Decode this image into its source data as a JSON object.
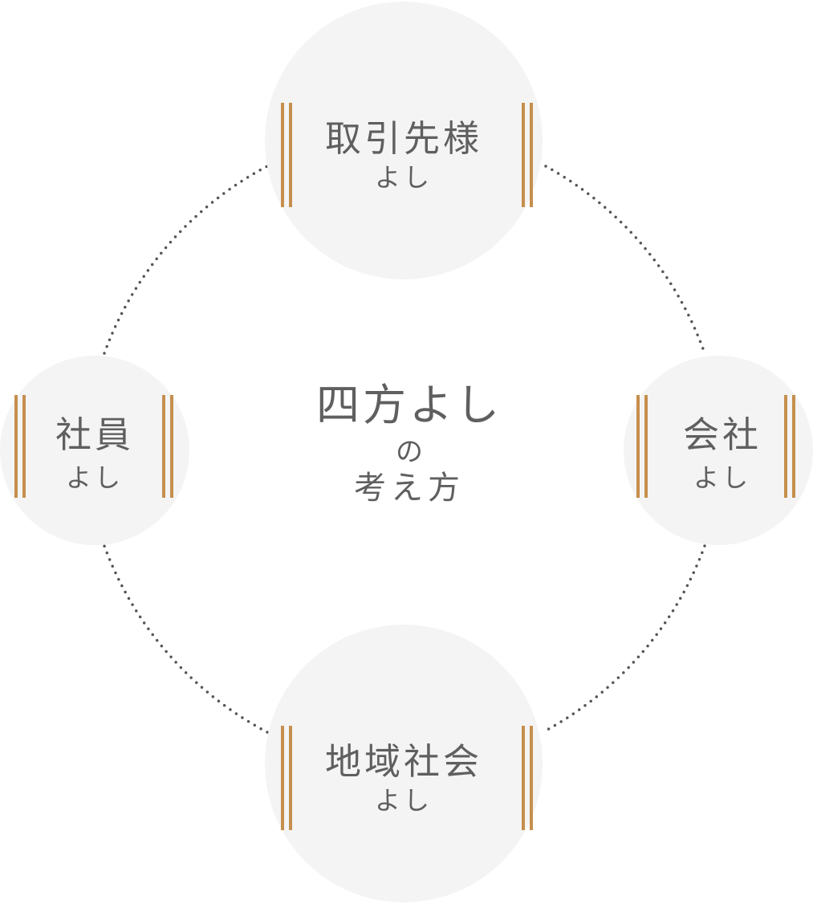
{
  "center": {
    "line1": "四方よし",
    "line2": "の",
    "line3": "考え方"
  },
  "nodes": {
    "top": {
      "title": "取引先様",
      "sub": "よし"
    },
    "right": {
      "title": "会社",
      "sub": "よし"
    },
    "bottom": {
      "title": "地域社会",
      "sub": "よし"
    },
    "left": {
      "title": "社員",
      "sub": "よし"
    }
  },
  "colors": {
    "node_fill": "#f4f4f4",
    "accent_bar": "#c68f4e",
    "text": "#5f5f5f",
    "connector_dots": "#555555"
  }
}
